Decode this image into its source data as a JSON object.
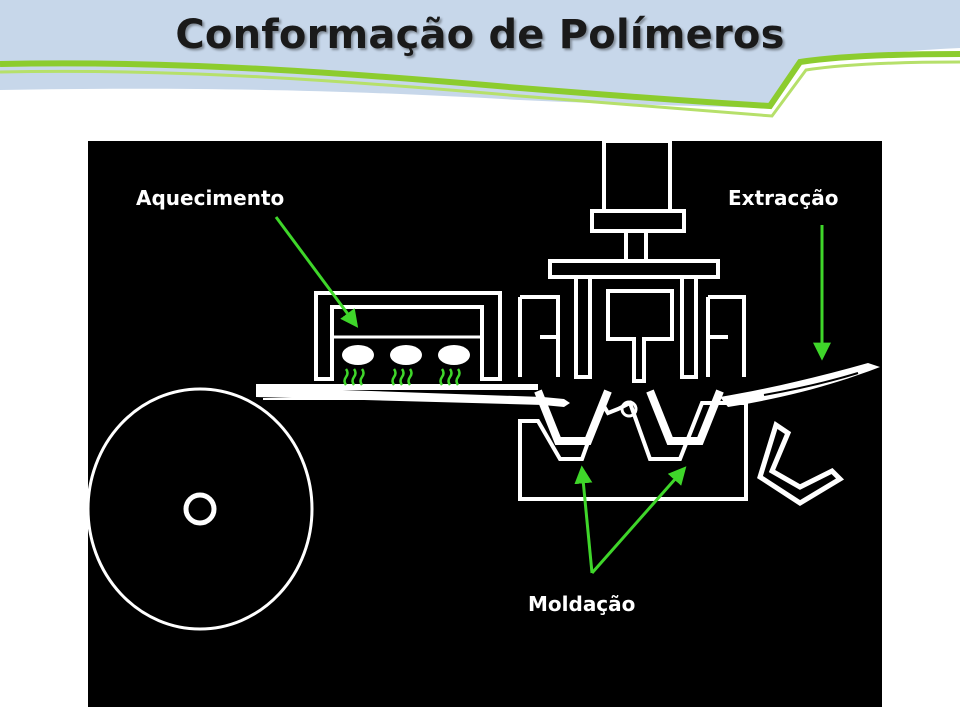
{
  "slide": {
    "title": "Conformação de Polímeros"
  },
  "diagram": {
    "labels": {
      "heating": "Aquecimento",
      "extraction": "Extracção",
      "molding": "Moldação"
    }
  },
  "colors": {
    "header_band": "#c7d7ea",
    "header_wave_green": "#8ccc2e",
    "arrow_green": "#3fd62a",
    "diagram_background": "#000000",
    "line_white": "#ffffff",
    "title_text": "#1a1a1a"
  }
}
